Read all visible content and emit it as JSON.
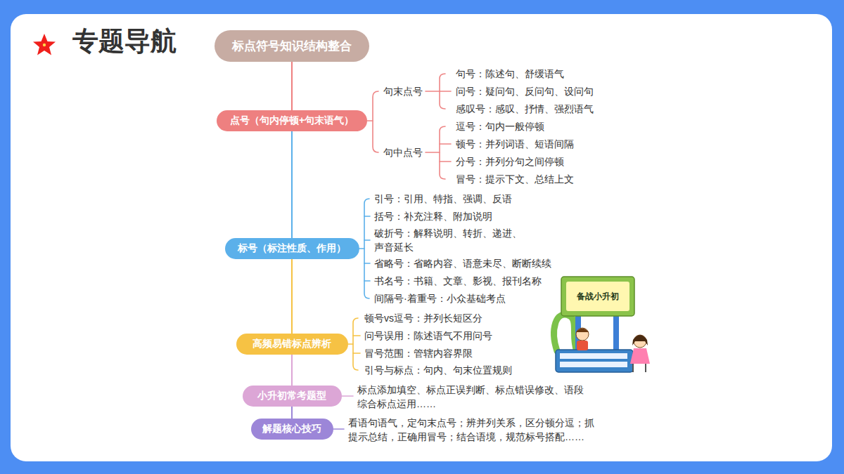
{
  "diagram": {
    "title": "专题导航",
    "nodes": [
      {
        "text": [
          "标点符号知识结构整合"
        ]
      },
      {
        "text": [
          "点号（句内停顿+句末语气）"
        ]
      },
      {
        "text": [
          "标号（标注性质、作用）"
        ]
      },
      {
        "text": [
          "高频易错标点辨析"
        ]
      },
      {
        "text": [
          "小升初常考题型"
        ]
      },
      {
        "text": [
          "解题核心技巧"
        ]
      }
    ],
    "edges": [
      {
        "from": 0,
        "to": 1,
        "arrow": "none"
      },
      {
        "from": 1,
        "to": 2,
        "arrow": "none"
      },
      {
        "from": 2,
        "to": 3,
        "arrow": "none"
      },
      {
        "from": 3,
        "to": 4,
        "arrow": "none"
      },
      {
        "from": 4,
        "to": 5,
        "arrow": "none"
      }
    ],
    "labels": [
      "句末点号",
      "句号：陈述句、舒缓语气",
      "问号：疑问句、反问句、设问句",
      "感叹号：感叹、抒情、强烈语气",
      "句中点号",
      "逗号：句内一般停顿",
      "顿号：并列词语、短语间隔",
      "分号：并列分句之间停顿",
      "冒号：提示下文、总结上文",
      "引号：引用、特指、强调、反语",
      "括号：补充注释、附加说明",
      "破折号：解释说明、转折、递进、声音延长",
      "省略号：省略内容、语意未尽、断断续续",
      "书名号：书籍、文章、影视、报刊名称",
      "间隔号·着重号：小众基础考点",
      "顿号vs逗号：并列长短区分",
      "问号误用：陈述语气不用问号",
      "冒号范围：管辖内容界限",
      "引号与标点：句内、句末位置规则",
      "标点添加填空、标点正误判断、标点错误修改、语段综合标点运用……",
      "看语句语气，定句末点号；辨并列关系，区分顿分逗；抓提示总结，正确用冒号；结合语境，规范标号搭配……",
      "备战小升初"
    ]
  }
}
